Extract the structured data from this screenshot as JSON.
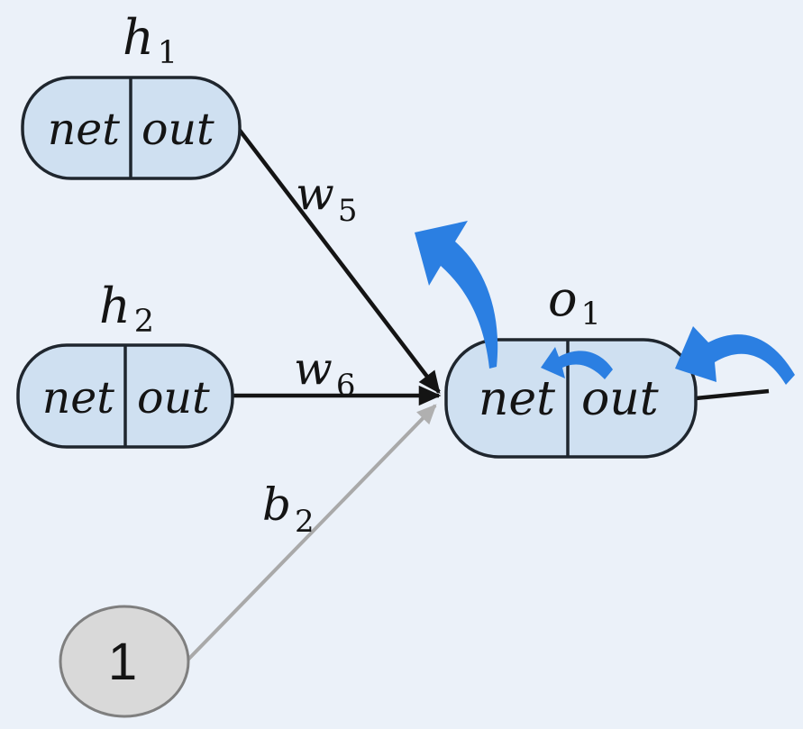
{
  "diagram": {
    "type": "neural-network-backpropagation",
    "colors": {
      "background": "#ebf1f9",
      "node_fill": "#cfe0f1",
      "node_stroke": "#1f262e",
      "text": "#141414",
      "edge_black": "#141414",
      "edge_gray": "#a9a9a9",
      "bias_fill": "#d9d9d9",
      "bias_stroke": "#7f7f7f",
      "highlight_blue": "#2b7fe2"
    },
    "nodes": {
      "h1": {
        "title_base": "h",
        "title_sub": "1",
        "net_label": "net",
        "out_label": "out"
      },
      "h2": {
        "title_base": "h",
        "title_sub": "2",
        "net_label": "net",
        "out_label": "out"
      },
      "o1": {
        "title_base": "o",
        "title_sub": "1",
        "net_label": "net",
        "out_label": "out"
      },
      "bias": {
        "value": "1"
      }
    },
    "edges": {
      "w5": {
        "label_base": "w",
        "label_sub": "5",
        "from": "h1",
        "to": "o1"
      },
      "w6": {
        "label_base": "w",
        "label_sub": "6",
        "from": "h2",
        "to": "o1"
      },
      "b2": {
        "label_base": "b",
        "label_sub": "2",
        "from": "bias",
        "to": "o1"
      },
      "output": {
        "from": "o1",
        "to": "right-edge"
      }
    },
    "highlight_arrows": [
      {
        "name": "curved-arrow-up-left-from-o1-top",
        "direction": "up-left"
      },
      {
        "name": "curved-arrow-out-to-net-inside-o1",
        "direction": "left"
      },
      {
        "name": "curved-arrow-into-o1-from-right",
        "direction": "down-left"
      }
    ]
  }
}
